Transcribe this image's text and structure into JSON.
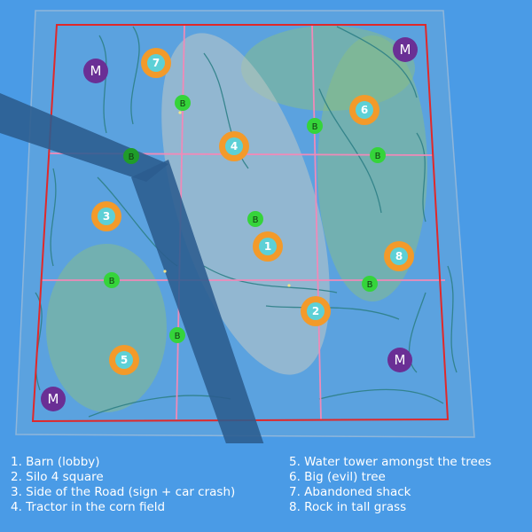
{
  "map": {
    "spawn_markers": [
      {
        "label": "1"
      },
      {
        "label": "2"
      },
      {
        "label": "3"
      },
      {
        "label": "4"
      },
      {
        "label": "5"
      },
      {
        "label": "6"
      },
      {
        "label": "7"
      },
      {
        "label": "8"
      }
    ],
    "b_marker_label": "B",
    "m_marker_label": "M",
    "colors": {
      "background": "#4a9be6",
      "spawn_ring": "#f39a2a",
      "spawn_inner": "#5dd0d6",
      "b_marker": "#35d43a",
      "m_marker": "#6a2f95",
      "outer_border": "#e0282a",
      "grid_lines": "#f08ab8",
      "road": "#2b5c8e",
      "tree_zones": "#8ec27a",
      "corn_field": "#c0c8c4"
    }
  },
  "legend": {
    "left": [
      "1.  Barn (lobby)",
      "2. Silo 4 square",
      "3. Side of the Road (sign + car crash)",
      "4. Tractor in the corn field"
    ],
    "right": [
      "5. Water tower amongst the trees",
      "6. Big (evil) tree",
      "7. Abandoned shack",
      "8. Rock in tall grass"
    ]
  }
}
